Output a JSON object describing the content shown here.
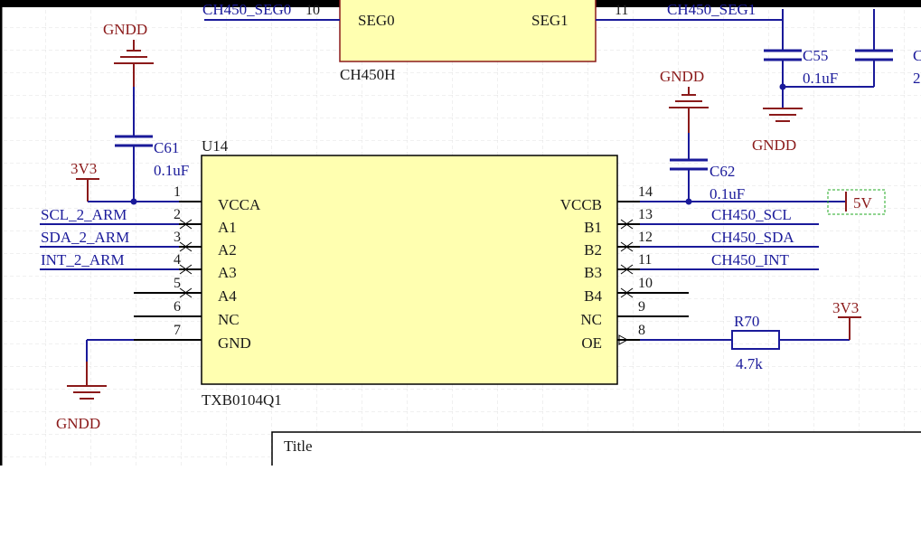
{
  "ch450": {
    "designator": "CH450H",
    "pin_seg0": "SEG0",
    "pin_seg1": "SEG1",
    "num_left": "10",
    "num_right": "11",
    "net_left": "CH450_SEG0",
    "net_right": "CH450_SEG1"
  },
  "u14": {
    "designator": "U14",
    "part": "TXB0104Q1",
    "left_pins": [
      {
        "num": "1",
        "name": "VCCA"
      },
      {
        "num": "2",
        "name": "A1"
      },
      {
        "num": "3",
        "name": "A2"
      },
      {
        "num": "4",
        "name": "A3"
      },
      {
        "num": "5",
        "name": "A4"
      },
      {
        "num": "6",
        "name": "NC"
      },
      {
        "num": "7",
        "name": "GND"
      }
    ],
    "right_pins": [
      {
        "num": "14",
        "name": "VCCB"
      },
      {
        "num": "13",
        "name": "B1"
      },
      {
        "num": "12",
        "name": "B2"
      },
      {
        "num": "11",
        "name": "B3"
      },
      {
        "num": "10",
        "name": "B4"
      },
      {
        "num": "9",
        "name": "NC"
      },
      {
        "num": "8",
        "name": "OE"
      }
    ]
  },
  "nets": {
    "scl_arm": "SCL_2_ARM",
    "sda_arm": "SDA_2_ARM",
    "int_arm": "INT_2_ARM",
    "ch450_scl": "CH450_SCL",
    "ch450_sda": "CH450_SDA",
    "ch450_int": "CH450_INT"
  },
  "power": {
    "gndd": "GNDD",
    "v3v3": "3V3",
    "v5": "5V"
  },
  "components": {
    "c61": {
      "ref": "C61",
      "value": "0.1uF"
    },
    "c62": {
      "ref": "C62",
      "value": "0.1uF"
    },
    "c55": {
      "ref": "C55",
      "value": "0.1uF"
    },
    "c_partial_ref": "C",
    "c_partial_value": "2",
    "r70": {
      "ref": "R70",
      "value": "4.7k"
    }
  },
  "title_block": {
    "title_label": "Title"
  },
  "colors": {
    "wire": "#1a1a9a",
    "power": "#8b1a1a",
    "body_fill": "#ffffb0",
    "grid": "#d8d8d8",
    "pin": "#000000"
  }
}
